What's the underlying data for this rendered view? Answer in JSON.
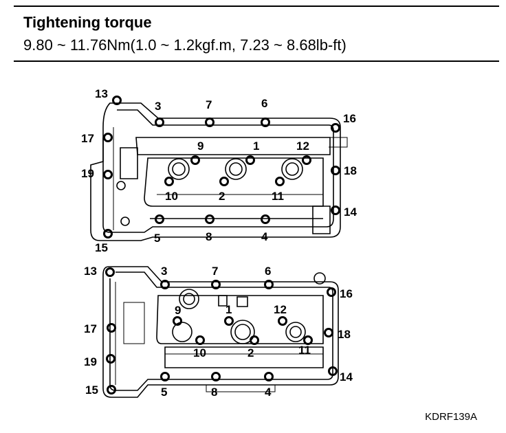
{
  "header": {
    "title": "Tightening torque",
    "spec": "9.80 ~ 11.76Nm(1.0 ~ 1.2kgf.m, 7.23 ~ 8.68lb-ft)"
  },
  "figure_code": "KDRF139A",
  "bolt_labels": [
    "1",
    "2",
    "3",
    "4",
    "5",
    "6",
    "7",
    "8",
    "9",
    "10",
    "11",
    "12",
    "13",
    "14",
    "15",
    "16",
    "17",
    "18",
    "19"
  ]
}
